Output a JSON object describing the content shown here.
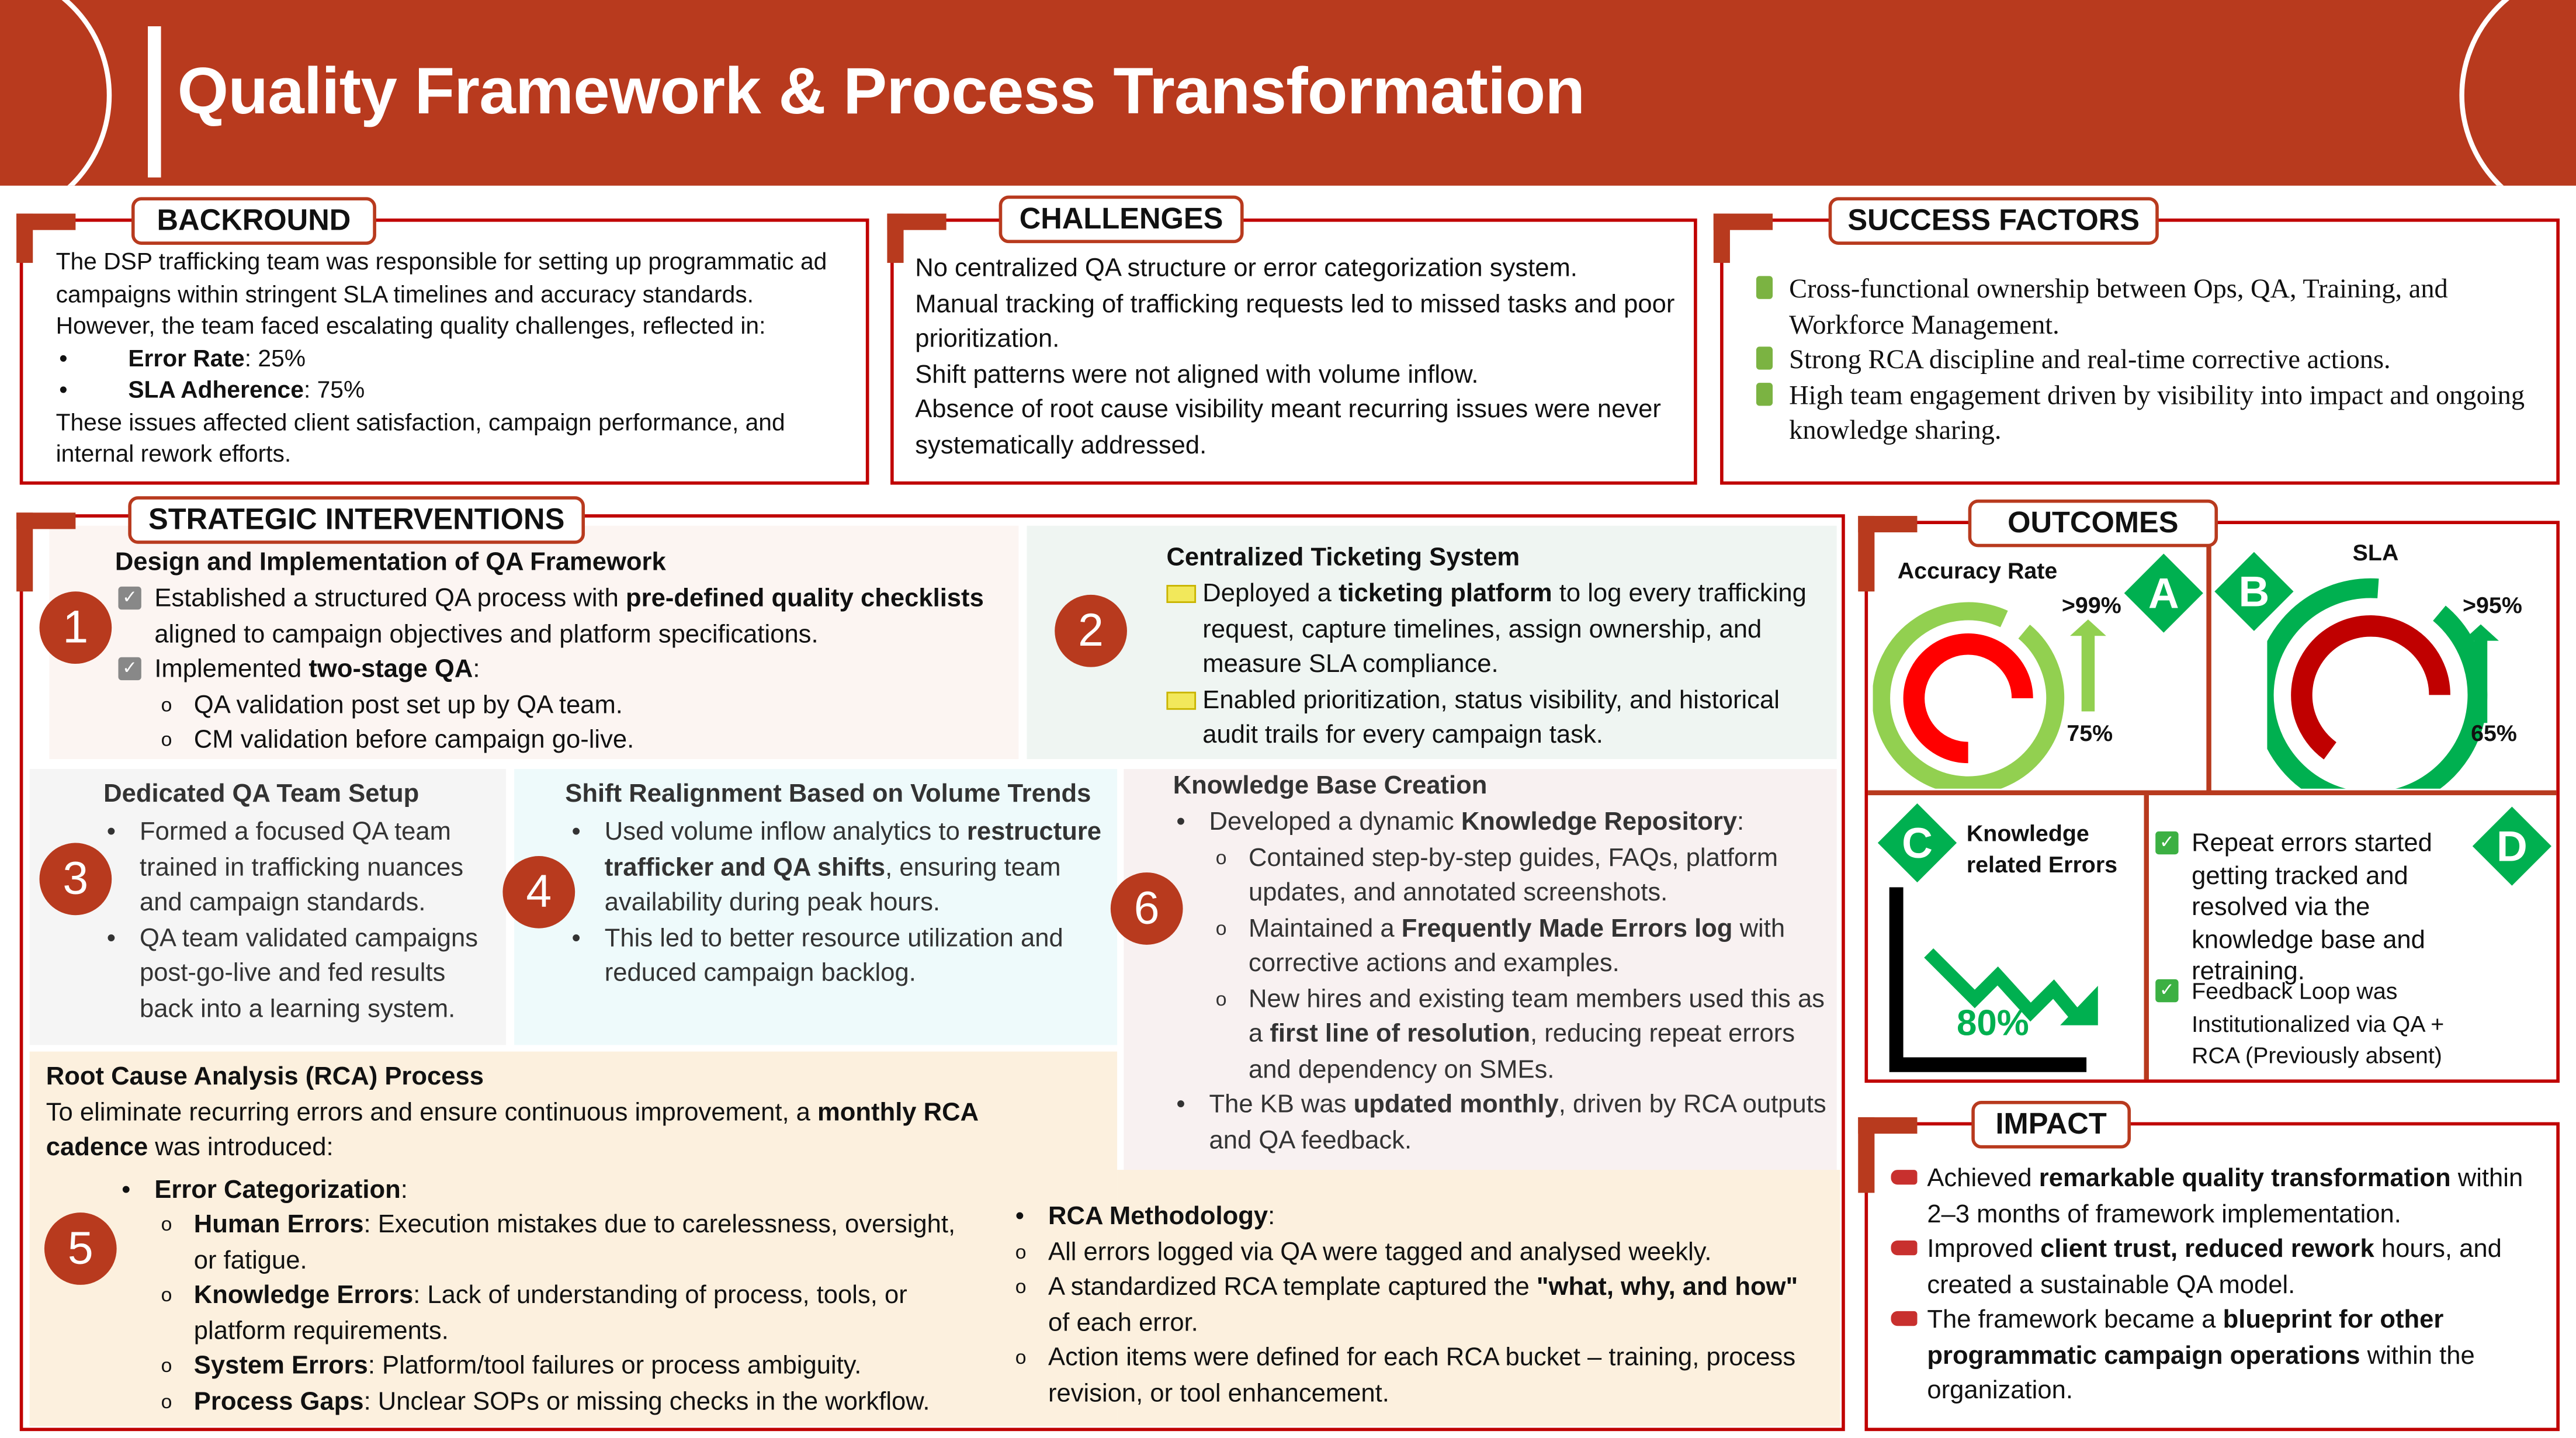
{
  "header": {
    "title": "Quality Framework & Process Transformation"
  },
  "background": {
    "label": "BACKROUND",
    "intro": "The DSP trafficking team was responsible for setting up programmatic ad campaigns within stringent SLA timelines and accuracy standards. However, the team faced escalating quality challenges, reflected in:",
    "metrics": [
      [
        [
          "Error Rate",
          1
        ],
        [
          ": 25%",
          0
        ]
      ],
      [
        [
          "SLA Adherence",
          1
        ],
        [
          ": 75%",
          0
        ]
      ]
    ],
    "outro": "These issues affected client satisfaction, campaign performance, and internal rework efforts."
  },
  "challenges": {
    "label": "CHALLENGES",
    "items": [
      "No centralized QA structure or error categorization system.",
      "Manual tracking of trafficking requests led to missed tasks and poor prioritization.",
      "Shift patterns were not aligned with volume inflow.",
      "Absence of root cause visibility meant recurring issues were never systematically addressed."
    ]
  },
  "success": {
    "label": "SUCCESS FACTORS",
    "items": [
      "Cross-functional ownership between Ops, QA, Training, and Workforce Management.",
      "Strong RCA discipline and real-time corrective actions.",
      "High team engagement driven by visibility into impact and ongoing knowledge sharing."
    ]
  },
  "strategic": {
    "label": "STRATEGIC INTERVENTIONS",
    "p1": {
      "num": "1",
      "title": "Design and Implementation of QA Framework",
      "items": [
        [
          [
            "Established a structured QA process with ",
            0
          ],
          [
            "pre-defined quality checklists",
            1
          ],
          [
            " aligned to campaign objectives and platform specifications.",
            0
          ]
        ],
        [
          [
            "Implemented ",
            0
          ],
          [
            "two-stage QA",
            1
          ],
          [
            ":",
            0
          ]
        ]
      ],
      "sub": [
        "QA validation post set up by QA team.",
        "CM validation before campaign go-live."
      ]
    },
    "p2": {
      "num": "2",
      "title": "Centralized Ticketing System",
      "items": [
        [
          [
            "Deployed a ",
            0
          ],
          [
            "ticketing platform",
            1
          ],
          [
            " to log every trafficking request, capture timelines, assign ownership, and measure SLA compliance.",
            0
          ]
        ],
        [
          [
            "Enabled prioritization, status visibility, and historical audit trails for every campaign task.",
            0
          ]
        ]
      ]
    },
    "p3": {
      "num": "3",
      "title": "Dedicated QA Team Setup",
      "items": [
        "Formed a focused QA team trained in trafficking nuances and campaign standards.",
        "QA team validated campaigns post-go-live and fed results back into a learning system."
      ]
    },
    "p4": {
      "num": "4",
      "title": "Shift Realignment Based on Volume Trends",
      "items": [
        [
          [
            "Used volume inflow analytics to ",
            0
          ],
          [
            "restructure trafficker and QA shifts",
            1
          ],
          [
            ", ensuring team availability during peak hours.",
            0
          ]
        ],
        [
          [
            "This led to better resource utilization and reduced campaign backlog.",
            0
          ]
        ]
      ]
    },
    "p6": {
      "num": "6",
      "title": "Knowledge Base Creation",
      "lead": [
        [
          "Developed a dynamic ",
          0
        ],
        [
          "Knowledge Repository",
          1
        ],
        [
          ":",
          0
        ]
      ],
      "sub": [
        [
          [
            "Contained step-by-step guides, FAQs, platform updates, and annotated screenshots.",
            0
          ]
        ],
        [
          [
            "Maintained a ",
            0
          ],
          [
            "Frequently Made Errors log",
            1
          ],
          [
            " with corrective actions and examples.",
            0
          ]
        ],
        [
          [
            "New hires and existing team members used this as a ",
            0
          ],
          [
            "first line of resolution",
            1
          ],
          [
            ", reducing repeat errors and dependency on SMEs.",
            0
          ]
        ]
      ],
      "last": [
        [
          "The KB was ",
          0
        ],
        [
          "updated monthly",
          1
        ],
        [
          ", driven by RCA outputs and QA feedback.",
          0
        ]
      ]
    },
    "p5": {
      "num": "5",
      "title": "Root Cause Analysis (RCA) Process",
      "intro": [
        [
          "To eliminate recurring errors and ensure continuous improvement, a ",
          0
        ],
        [
          "monthly RCA cadence",
          1
        ],
        [
          " was introduced:",
          0
        ]
      ],
      "cat_title": [
        [
          "Error Categorization",
          1
        ],
        [
          ":",
          0
        ]
      ],
      "cats": [
        [
          [
            "Human Errors",
            1
          ],
          [
            ": Execution mistakes due to carelessness, oversight, or fatigue.",
            0
          ]
        ],
        [
          [
            "Knowledge Errors",
            1
          ],
          [
            ": Lack of understanding of process, tools, or platform requirements.",
            0
          ]
        ],
        [
          [
            "System Errors",
            1
          ],
          [
            ": Platform/tool failures or process ambiguity.",
            0
          ]
        ],
        [
          [
            "Process Gaps",
            1
          ],
          [
            ": Unclear SOPs or missing checks in the workflow.",
            0
          ]
        ]
      ],
      "meth_title": [
        [
          "RCA Methodology",
          1
        ],
        [
          ":",
          0
        ]
      ],
      "meth": [
        [
          [
            "All errors logged via QA were tagged and analysed weekly.",
            0
          ]
        ],
        [
          [
            "A standardized RCA template captured the ",
            0
          ],
          [
            "\"what, why, and how\"",
            1
          ],
          [
            " of each error.",
            0
          ]
        ],
        [
          [
            "Action items were defined for each RCA bucket – training, process revision, or tool enhancement.",
            0
          ]
        ]
      ]
    }
  },
  "outcomes": {
    "label": "OUTCOMES",
    "a": {
      "letter": "A",
      "title": "Accuracy Rate",
      "before": "75%",
      "after": ">99%",
      "before_value": 75,
      "after_value": 99
    },
    "b": {
      "letter": "B",
      "title": "SLA",
      "before": "65%",
      "after": ">95%",
      "before_value": 65,
      "after_value": 95
    },
    "c": {
      "letter": "C",
      "title": "Knowledge related Errors",
      "value": "80%"
    },
    "d": {
      "letter": "D",
      "items": [
        "Repeat errors started getting tracked and resolved via the knowledge base and retraining.",
        "Feedback Loop was Institutionalized via QA + RCA (Previously absent)"
      ]
    },
    "colors": {
      "green": "#00B050",
      "light_green": "#92D050",
      "red": "#FF0000",
      "dark_red": "#C00000"
    }
  },
  "impact": {
    "label": "IMPACT",
    "items": [
      [
        [
          "Achieved ",
          0
        ],
        [
          "remarkable quality transformation",
          1
        ],
        [
          " within 2–3 months of framework implementation.",
          0
        ]
      ],
      [
        [
          "Improved ",
          0
        ],
        [
          "client trust, reduced rework",
          1
        ],
        [
          " hours, and created a sustainable QA model.",
          0
        ]
      ],
      [
        [
          "The framework became a ",
          0
        ],
        [
          "blueprint for other programmatic campaign operations",
          1
        ],
        [
          " within the organization.",
          0
        ]
      ]
    ]
  }
}
